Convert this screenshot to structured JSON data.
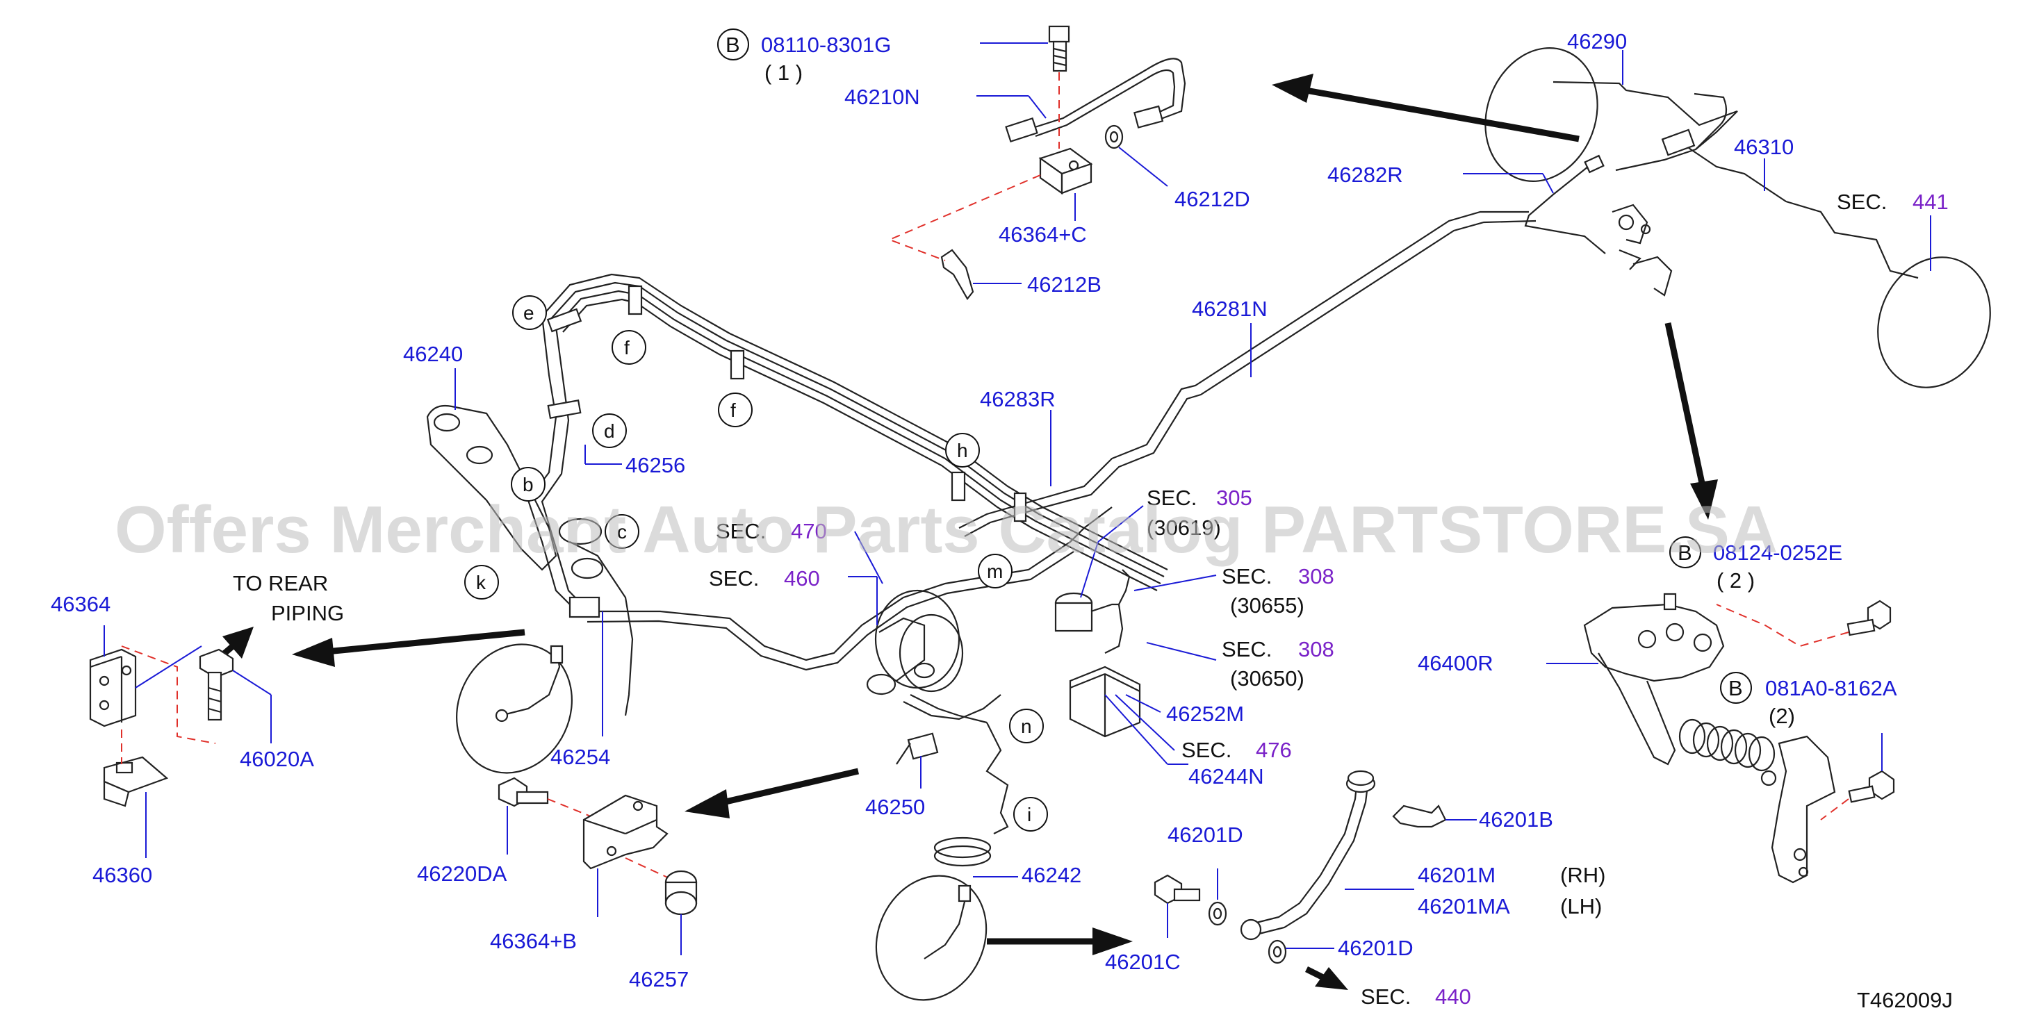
{
  "sheet_code": "T462009J",
  "watermark": "Offers Merchant Auto Parts Catalog PARTSTORE.SA",
  "accent_colors": {
    "part_number": "#1a1ad6",
    "section_ref": "#7a22c8",
    "connector_dash": "#e0302a",
    "text": "#111111"
  },
  "top_bolt": {
    "badge": "B",
    "part": "08110-8301G",
    "qty": "( 1 )"
  },
  "right_bolt_top": {
    "badge": "B",
    "part": "08124-0252E",
    "qty": "( 2 )"
  },
  "right_bolt_bottom": {
    "badge": "B",
    "part": "081A0-8162A",
    "qty": "(2)"
  },
  "parts": {
    "p46210N": "46210N",
    "p46212D": "46212D",
    "p46364C": "46364+C",
    "p46212B": "46212B",
    "p46290": "46290",
    "p46310": "46310",
    "p46282R": "46282R",
    "p46281N": "46281N",
    "p46283R": "46283R",
    "p46240": "46240",
    "p46256": "46256",
    "p46364": "46364",
    "p46020A": "46020A",
    "p46360": "46360",
    "p46254": "46254",
    "p46252M": "46252M",
    "p46244N": "46244N",
    "p46250": "46250",
    "p46242": "46242",
    "p46220DA": "46220DA",
    "p46364B": "46364+B",
    "p46257": "46257",
    "p46201D_a": "46201D",
    "p46201D_b": "46201D",
    "p46201C": "46201C",
    "p46201B": "46201B",
    "p46201M": "46201M",
    "p46201MA": "46201MA",
    "p46400R": "46400R"
  },
  "qualifiers": {
    "rh": "(RH)",
    "lh": "(LH)"
  },
  "to_rear_piping": {
    "line1": "TO  REAR",
    "line2": "PIPING"
  },
  "sections": {
    "s441": {
      "prefix": "SEC.",
      "num": "441"
    },
    "s305": {
      "prefix": "SEC.",
      "num": "305",
      "sub": "(30619)"
    },
    "s470": {
      "prefix": "SEC.",
      "num": "470"
    },
    "s460": {
      "prefix": "SEC.",
      "num": "460"
    },
    "s308a": {
      "prefix": "SEC.",
      "num": "308",
      "sub": "(30655)"
    },
    "s308b": {
      "prefix": "SEC.",
      "num": "308",
      "sub": "(30650)"
    },
    "s476": {
      "prefix": "SEC.",
      "num": "476"
    },
    "s440": {
      "prefix": "SEC.",
      "num": "440"
    }
  },
  "callouts": {
    "e": "e",
    "f1": "f",
    "f2": "f",
    "d": "d",
    "b": "b",
    "k": "k",
    "c": "c",
    "h": "h",
    "m": "m",
    "n": "n",
    "i": "i"
  }
}
